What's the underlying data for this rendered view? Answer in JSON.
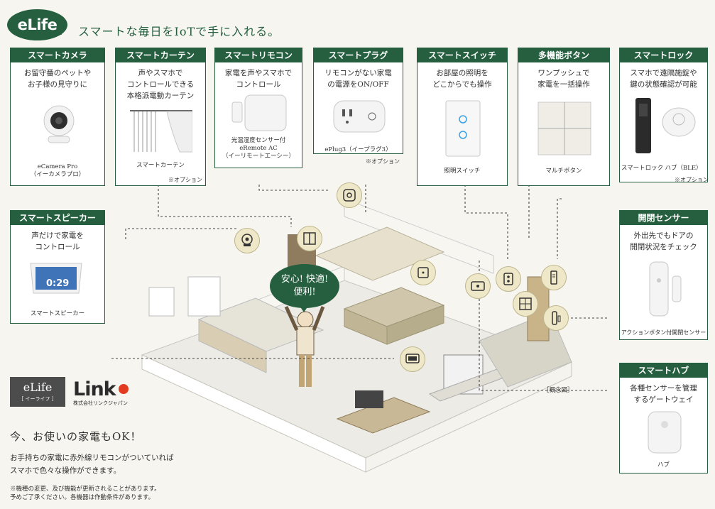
{
  "header": {
    "logo": "eLife",
    "tagline": "スマートな毎日をIoTで手に入れる。"
  },
  "cards": {
    "camera": {
      "title": "スマートカメラ",
      "desc": "お留守番のペットや\nお子様の見守りに",
      "caption": "eCamera Pro\n（イーカメラプロ）"
    },
    "curtain": {
      "title": "スマートカーテン",
      "desc": "声やスマホで\nコントロールできる\n本格派電動カーテン",
      "caption": "スマートカーテン",
      "option": "※オプション"
    },
    "remote": {
      "title": "スマートリモコン",
      "desc": "家電を声やスマホで\nコントロール",
      "caption": "光温湿度センサー付\neRemote AC\n（イーリモートエーシー）"
    },
    "plug": {
      "title": "スマートプラグ",
      "desc": "リモコンがない家電\nの電源をON/OFF",
      "caption": "ePlug3（イープラグ3）",
      "option": "※オプション"
    },
    "switch": {
      "title": "スマートスイッチ",
      "desc": "お部屋の照明を\nどこからでも操作",
      "caption": "照明スイッチ"
    },
    "button": {
      "title": "多機能ボタン",
      "desc": "ワンプッシュで\n家電を一括操作",
      "caption": "マルチボタン"
    },
    "lock": {
      "title": "スマートロック",
      "desc": "スマホで遠隔施錠や\n鍵の状態確認が可能",
      "caption_lock": "スマートロック",
      "caption_hub": "ハブ（BLE）",
      "option": "※オプション"
    },
    "speaker": {
      "title": "スマートスピーカー",
      "desc": "声だけで家電を\nコントロール",
      "caption": "スマートスピーカー",
      "screen_time": "0:29"
    },
    "sensor": {
      "title": "開閉センサー",
      "desc": "外出先でもドアの\n開閉状況をチェック",
      "caption": "アクションボタン付開閉センサー"
    },
    "hub": {
      "title": "スマートハブ",
      "desc": "各種センサーを管理\nするゲートウェイ",
      "caption": "ハブ"
    }
  },
  "bubble": {
    "line1": "安心! 快適!",
    "line2": "便利!"
  },
  "concept_label": "［概念図］",
  "brand": {
    "elife": "eLife",
    "elife_kana": "［ イーライフ ］",
    "link": "Link",
    "link_corp": "株式会社リンクジャパン"
  },
  "ok": {
    "title": "今、お使いの家電もOK！",
    "body": "お手持ちの家電に赤外線リモコンがついていれば\nスマホで色々な操作ができます。"
  },
  "notes": "※機種の変更、及び機能が更新されることがあります。\n予めご了承ください。各機器は作動条件があります。",
  "colors": {
    "brand_green": "#255f3f",
    "marker_fill": "#eee8c9",
    "link_red": "#e33b20"
  },
  "icons": [
    "camera-icon",
    "curtain-icon",
    "remote-icon",
    "plug-icon",
    "switch-icon",
    "button-icon",
    "lock-icon",
    "sensor-icon",
    "hub-icon",
    "speaker-icon"
  ]
}
